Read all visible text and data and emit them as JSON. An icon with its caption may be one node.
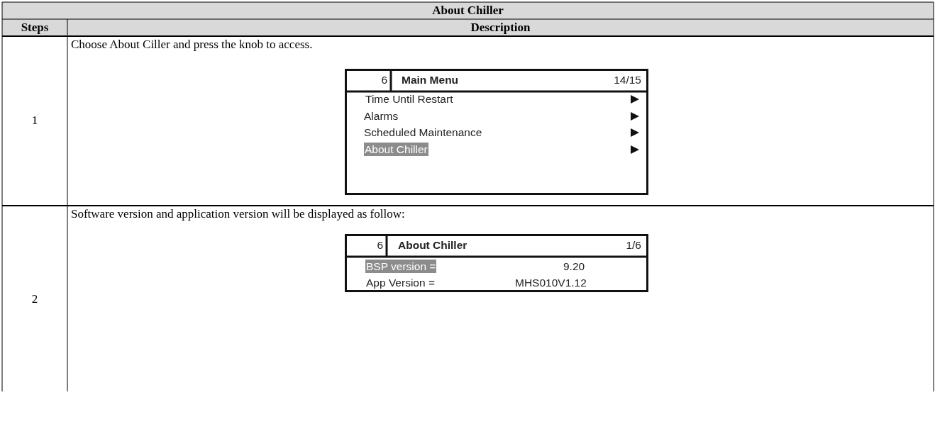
{
  "diagram": {
    "nodes": [
      {
        "text": [
          "6",
          "Main Menu",
          "14/15",
          "Time Until Restart",
          "Alarms",
          "Scheduled Maintenance",
          "About Chiller"
        ]
      },
      {
        "text": [
          "6",
          "About Chiller",
          "1/6",
          "BSP version =",
          "9.20",
          "App Version =",
          "MHS010V1.12"
        ]
      }
    ],
    "labels": [
      "About Chiller",
      "Steps",
      "Description",
      "1",
      "Choose About Ciller and press the knob to access.",
      "2",
      "Software version and application version will be displayed as follow:"
    ]
  }
}
